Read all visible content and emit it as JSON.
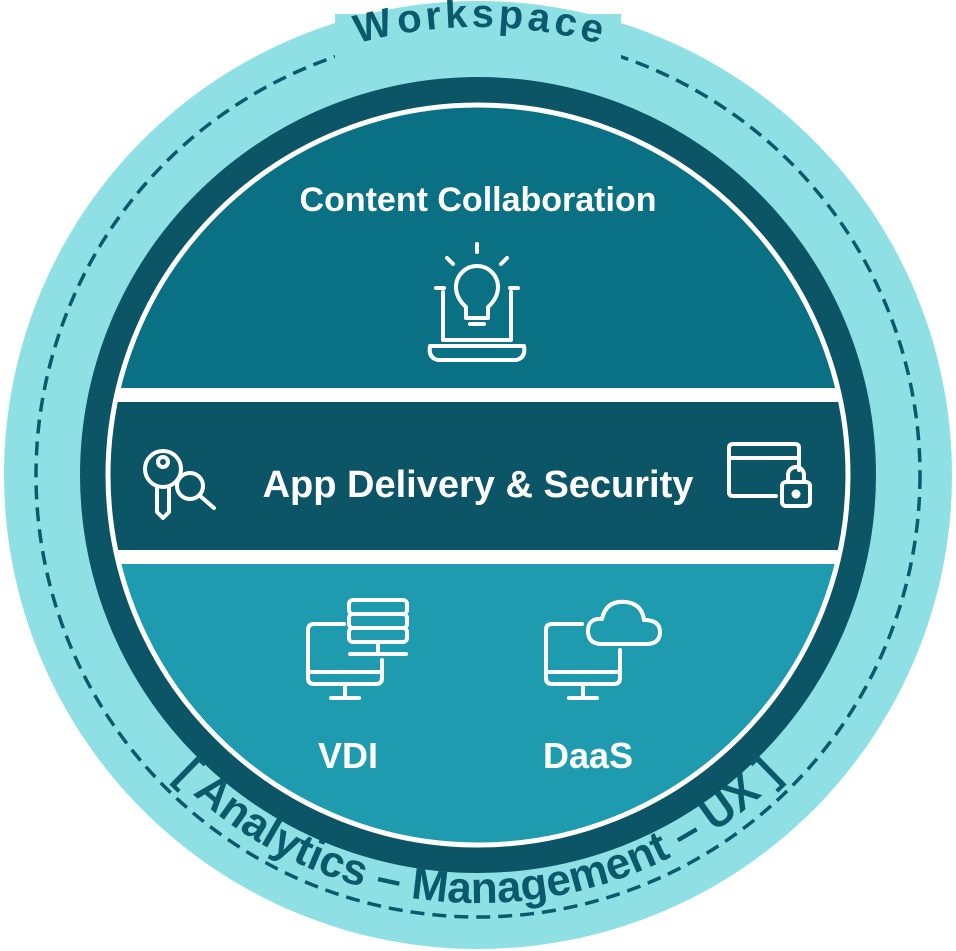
{
  "outer_ring": {
    "top_label": "Workspace",
    "bottom_label": "[ Analytics – Management – UX ]"
  },
  "sections": {
    "top": {
      "title": "Content Collaboration",
      "icon": "lightbulb-laptop-icon"
    },
    "middle": {
      "title": "App Delivery & Security",
      "left_icon": "key-search-icon",
      "right_icon": "window-lock-icon"
    },
    "bottom": {
      "items": [
        {
          "label": "VDI",
          "icon": "server-monitor-icon"
        },
        {
          "label": "DaaS",
          "icon": "cloud-monitor-icon"
        }
      ]
    }
  },
  "colors": {
    "ring": "#8fe0e4",
    "ring_text": "#0b5a6c",
    "dark_band": "#0c5566",
    "top_section": "#0a7185",
    "bottom_section": "#1e9baf",
    "white": "#ffffff"
  }
}
